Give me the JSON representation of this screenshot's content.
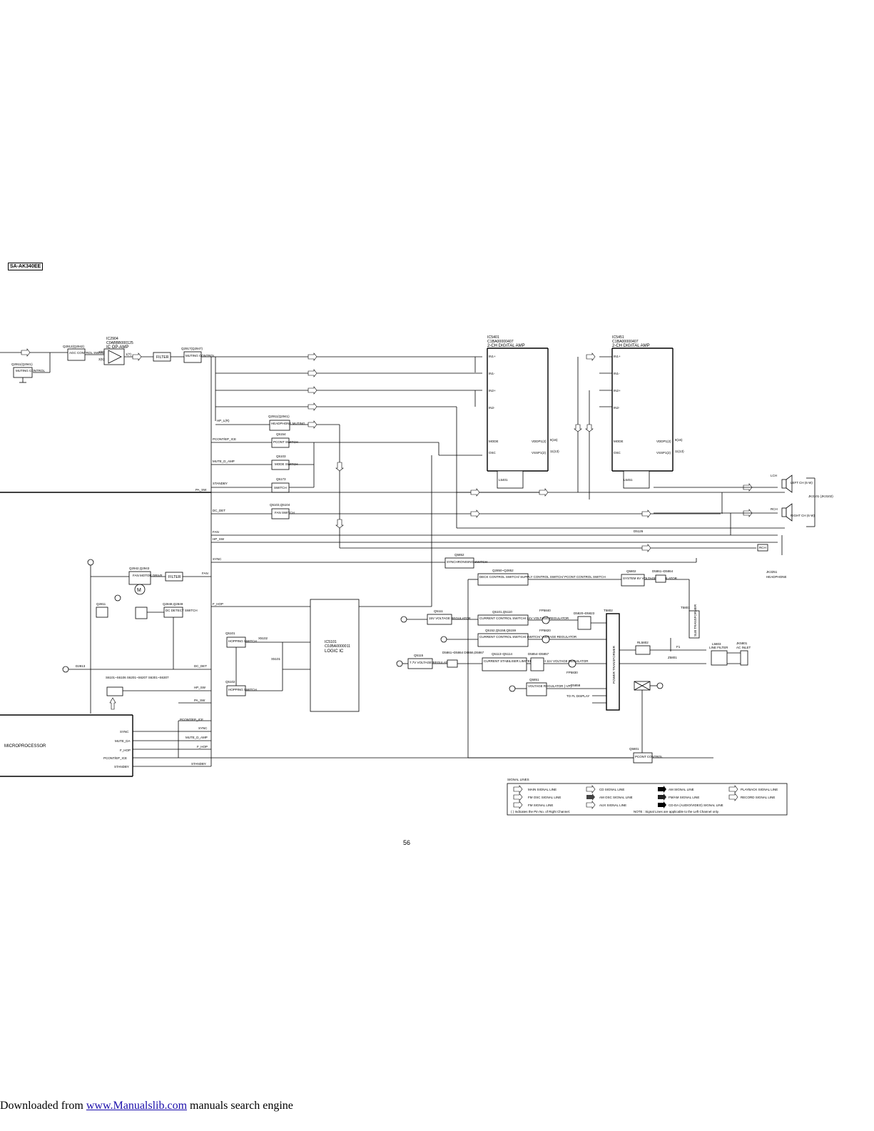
{
  "model": "SA-AK340EE",
  "page_number": "56",
  "footer": {
    "prefix": "Downloaded from ",
    "link": "www.Manualslib.com",
    "suffix": " manuals search engine"
  },
  "blocks": {
    "ic2904_ref": "IC2904",
    "ic2904_part": "C0ABBB000125",
    "ic2904_name": "IC OP-AMP",
    "q2912_ref": "Q2912(Q2942)",
    "q2912_name": "AGC CONTROL SWITCH",
    "q2911_ref": "Q2911(Q2941)",
    "q2911_name": "MUTING CONTROL",
    "q2917_ref": "Q2917(Q2947)",
    "q2917_name": "MUTING CONTROL",
    "filter1": "FILTER",
    "ic5401_ref": "IC5401",
    "ic5401_part": "C1BA00000407",
    "ic5401_name": "2-CH DIGITAL AMP",
    "ic5451_ref": "IC5451",
    "ic5451_part": "C1BA00000407",
    "ic5451_name": "2-CH DIGITAL AMP",
    "q2911b_ref": "Q2911(Q2941)",
    "q2911b_name": "HEADPHONE MUTING",
    "q5154_ref": "Q5154",
    "q5154_name": "PCONT SWITCH",
    "q5103_ref": "Q5103",
    "q5103_name": "MODE SWITCH",
    "q5173_ref": "Q5173",
    "q5173_name": "SWITCH",
    "q5103b_ref": "Q5103,Q5104",
    "q5103b_name": "FAN SWITCH",
    "q2942_ref": "Q2942,Q2943",
    "q2942_name": "FAN MOTOR DRIVE",
    "filter2": "FILTER",
    "q2811_ref": "Q2811",
    "q2848_ref": "Q2848,Q2849",
    "q2848_name": "DC DETECT SWITCH",
    "d2813_ref": "D2813",
    "s6_ref": "S6101~S6106 S6201~S6207 S6301~S6307",
    "q5852_ref": "Q5852",
    "q5852_name": "SYNCHRONISING SWITCH",
    "q2850_ref": "Q2850~Q2852",
    "q2850_name": "DECK CONTROL SWITCH/ SUPPLY CONTROL SWITCH/ PCONT CONTROL SWITCH",
    "q5802_ref": "Q5802",
    "q5802_name": "SYSTEM 6V VOLTAGE REGULATOR",
    "d5861_ref": "D5861~D5864",
    "q5111_ref": "Q5111",
    "q5111_name": "15V VOLTAGE REGULATOR",
    "q5101_ref": "Q5101,Q5110",
    "q5101_name": "CURRENT CONTROL SWITCH/ 24V VOLTAGE REGULATOR",
    "q5152_ref": "Q5152,Q5158,Q5159",
    "q5152_name": "CURRENT CONTROL SWITCH/ SWITCH/ VOLTAGE REGULATOR",
    "q5113_ref": "Q5113~Q5114",
    "q5113_name": "CURRENT STABILISER LIMITER SWITCH 11V VOLTAGE REGULATOR",
    "q5115_ref": "Q5115",
    "q5115_name": "7.7V VOLTAGE REGULATOR",
    "d5861b_ref": "D5861~D5864 D5866,D5867",
    "d5854_ref": "D5854~D5857",
    "q5851_ref": "Q5851",
    "q5851_name": "VOLTAGE REGULATOR (-VP)",
    "d5858_ref": "D5858",
    "to_fl": "TO FL DISPLAY",
    "t5802_ref": "T5802",
    "t5802_name": "POWER TRANSFORMER",
    "t5801_ref": "T5801",
    "t5801_name": "SUB TRANSFORMER",
    "rl5802_ref": "RL5802",
    "f1_ref": "F1",
    "z5801": "Z5801",
    "l5803_ref": "L5803",
    "l5803_name": "LINE FILTER",
    "jk5801_ref": "JK5801",
    "jk5801_name": "AC INLET",
    "q5801_ref": "Q5801",
    "q5801_name": "PCONT CONTROL",
    "q5101b_ref": "Q5101",
    "q5101b_name": "HOPPING SWITCH",
    "q5102_ref": "Q5102",
    "q5102_name": "HOPPING SWITCH",
    "x5102": "X5102",
    "x5101": "X5101",
    "ic5101_ref": "IC5101",
    "ic5101_part": "C0JBA0000011",
    "ic5101_name": "LOGIC IC",
    "microprocessor": "MICROPROCESSOR",
    "fp5840": "FP5840",
    "fp5820": "FP5820",
    "fp5830": "FP5830",
    "d5820": "D5820~D5823",
    "l5401": "L5401",
    "l5451": "L5451",
    "d5126": "D5126",
    "jk3101": "JK3101 (JK3102)",
    "jk3251": "JK3251",
    "headphone": "HEADPHONE",
    "left_ch": "LEFT CH (6 W)",
    "right_ch": "RIGHT CH (6 W)",
    "lch": "LCH",
    "rch": "RCH"
  },
  "signals": {
    "hp_l": "HP_L(R)",
    "pcont": "PCONT/EP_ICE",
    "mute_d_amp": "MUTE_D_AMP",
    "standby": "STANDBY",
    "pa_sw": "PA_SW",
    "dc_det": "DC_DET",
    "fan": "FAN",
    "hp_sw": "HP_SW",
    "sync": "SYNC",
    "f_hop": "F_HOP",
    "dc_det2": "DC_DET",
    "hp_sw2": "HP_SW",
    "pa_sw2": "PA_SW",
    "pcont2": "PCONT/EP_ICE",
    "sync2": "SYNC",
    "mute2": "MUTE_D_AMP",
    "f_hop2": "F_HOP",
    "standby2": "STANDBY"
  },
  "mcu_pins": [
    "SYNC",
    "MUTE_DA",
    "F_HOP",
    "PCONT/EP_ICE",
    "STANDBY"
  ],
  "legend": {
    "title": "SIGNAL LINES",
    "items": [
      "MAIN SIGNAL LINE",
      "CD SIGNAL LINE",
      "AM SIGNAL LINE",
      "PLAYBACK SIGNAL LINE",
      "FM OSC SIGNAL LINE",
      "AM OSC SIGNAL LINE",
      "FM/AM SIGNAL LINE",
      "RECORD SIGNAL LINE",
      "FM SIGNAL LINE",
      "AUX SIGNAL LINE",
      "CD-DA (AUDIO/VIDEO) SIGNAL LINE"
    ],
    "note_left": "( ) Indicates the Pin No. of Right Channel.",
    "note_right": "NOTE : Signal Lines are applicable to the Left Channel only."
  }
}
